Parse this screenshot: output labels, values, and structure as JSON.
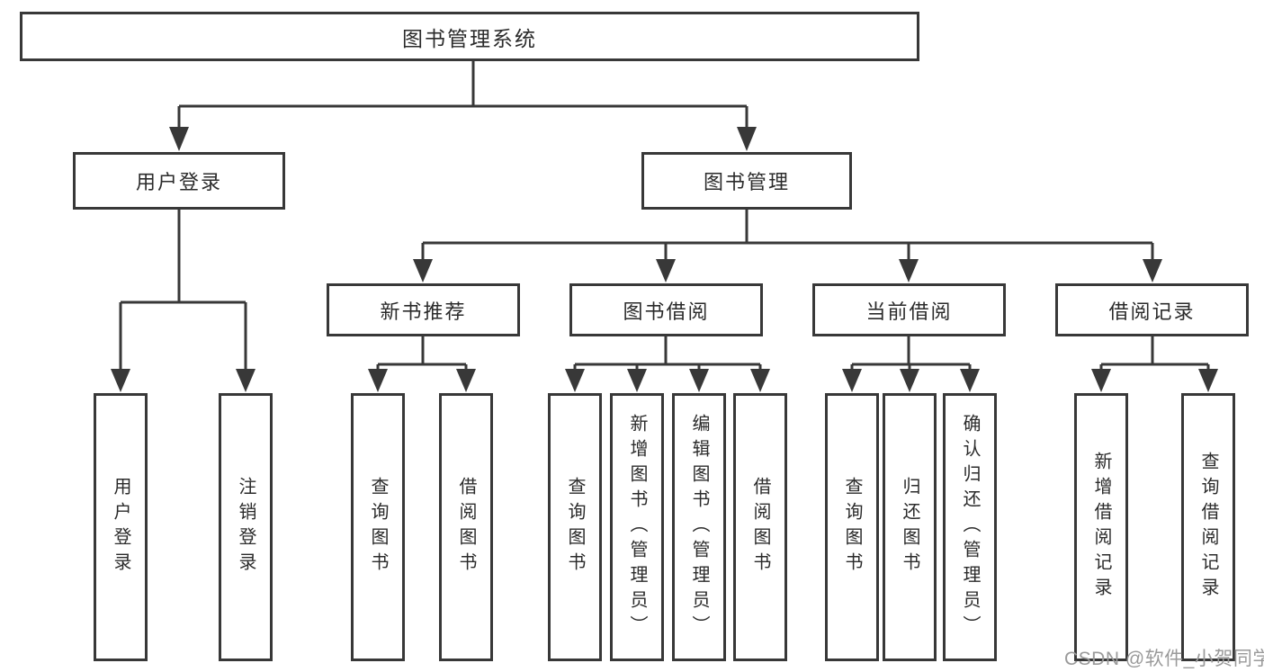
{
  "tree": {
    "label": "图书管理系统",
    "children": [
      {
        "label": "用户登录",
        "children": [
          {
            "label": "用户登录"
          },
          {
            "label": "注销登录"
          }
        ]
      },
      {
        "label": "图书管理",
        "children": [
          {
            "label": "新书推荐",
            "children": [
              {
                "label": "查询图书"
              },
              {
                "label": "借阅图书"
              }
            ]
          },
          {
            "label": "图书借阅",
            "children": [
              {
                "label": "查询图书"
              },
              {
                "label": "新增图书（管理员）"
              },
              {
                "label": "编辑图书（管理员）"
              },
              {
                "label": "借阅图书"
              }
            ]
          },
          {
            "label": "当前借阅",
            "children": [
              {
                "label": "查询图书"
              },
              {
                "label": "归还图书"
              },
              {
                "label": "确认归还（管理员）"
              }
            ]
          },
          {
            "label": "借阅记录",
            "children": [
              {
                "label": "新增借阅记录"
              },
              {
                "label": "查询借阅记录"
              }
            ]
          }
        ]
      }
    ]
  },
  "watermark": {
    "text": "CSDN @软件_小贺同学"
  },
  "colors": {
    "line": "#383838",
    "box_border": "#383838",
    "text": "#2b2b2b",
    "background": "#ffffff",
    "watermark": "#9a9a9a"
  }
}
